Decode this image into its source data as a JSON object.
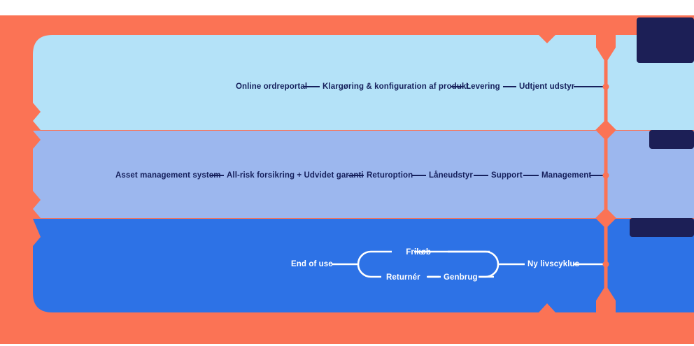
{
  "diagram": {
    "title_present": false,
    "type": "lifecycle-timeline",
    "colors": {
      "accent_orange": "#FB7355",
      "band_1": "#B4E2F8",
      "band_2": "#9CB7EE",
      "band_3": "#2D72E6",
      "text_dark": "#16205C",
      "text_light": "#FFFFFF",
      "redaction_navy": "#1C1F56",
      "page_background": "#FFFFFF"
    },
    "rows": [
      {
        "id": "row-1",
        "band": "band_1",
        "text_style": "dark",
        "steps": [
          {
            "label": "Online ordreportal"
          },
          {
            "label": "Klargøring & konfiguration af produkt"
          },
          {
            "label": "Levering"
          },
          {
            "label": "Udtjent udstyr"
          }
        ],
        "end_marker": "dot"
      },
      {
        "id": "row-2",
        "band": "band_2",
        "text_style": "dark",
        "steps": [
          {
            "label": "Asset management system"
          },
          {
            "label": "All-risk forsikring + Udvidet garanti"
          },
          {
            "label": "Returoption"
          },
          {
            "label": "Låneudstyr"
          },
          {
            "label": "Support"
          },
          {
            "label": "Management"
          }
        ],
        "end_marker": "dot"
      },
      {
        "id": "row-3",
        "band": "band_3",
        "text_style": "light",
        "steps": [
          {
            "label": "End of use"
          },
          {
            "label": "Frikøb",
            "branch": "upper"
          },
          {
            "label": "Returnér",
            "branch": "lower"
          },
          {
            "label": "Genbrug",
            "branch": "lower"
          },
          {
            "label": "Ny livscyklus"
          }
        ],
        "end_marker": "dot"
      }
    ],
    "markers": {
      "diamond_count": 2,
      "dot_count": 3,
      "spine_label": "timeline-spine"
    },
    "redactions": [
      {
        "id": "redaction-1"
      },
      {
        "id": "redaction-2"
      },
      {
        "id": "redaction-3"
      }
    ]
  }
}
